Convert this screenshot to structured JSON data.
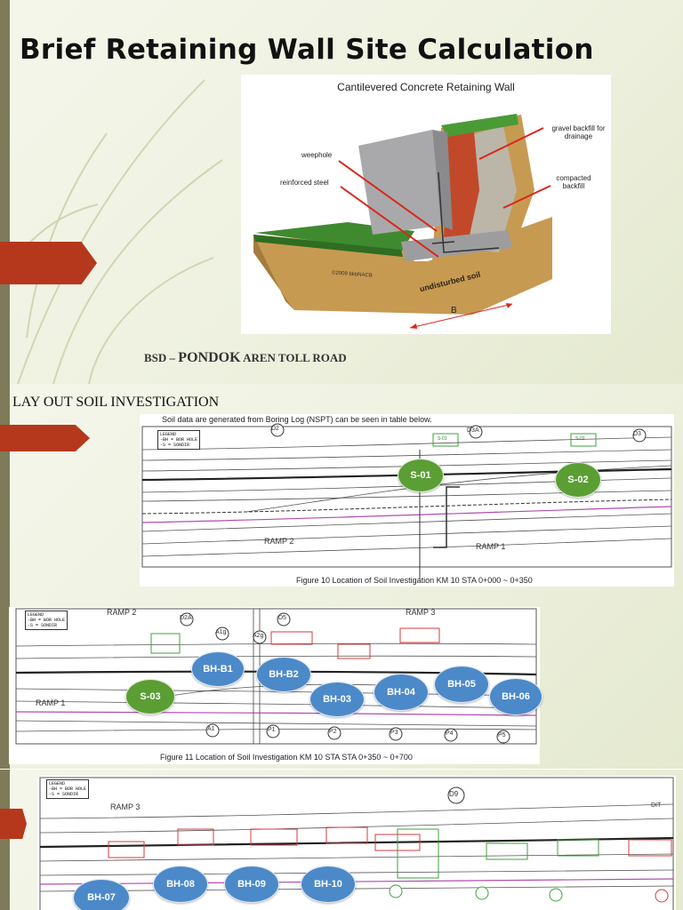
{
  "slide1": {
    "title": "Brief Retaining Wall Site Calculation",
    "figure": {
      "heading": "Cantilevered Concrete Retaining Wall",
      "labels": {
        "gravel": "gravel backfill for drainage",
        "weephole": "weephole",
        "steel": "reinforced steel",
        "compacted": "compacted backfill",
        "soil": "undisturbed soil",
        "copyright": "©2009 bkbNACB",
        "b": "B"
      }
    },
    "subtitle_prefix": "BSD –",
    "subtitle_big": "PONDOK",
    "subtitle_suffix": "AREN TOLL ROAD"
  },
  "slide2": {
    "title": "LAY OUT SOIL INVESTIGATION",
    "note": "Soil data are generated from Boring Log (NSPT) can be seen in table below.",
    "fig10": {
      "caption": "Figure 10 Location of Soil Investigation KM 10 STA 0+000 ~ 0+350",
      "legend": [
        "LEGEND",
        "-BH = BOR HOLE",
        "-S = SONDIR"
      ],
      "markers": [
        "S-01",
        "S-02"
      ],
      "ramps": [
        "RAMP 2",
        "RAMP 1"
      ],
      "refs": [
        "D2",
        "D3A",
        "D3",
        "S-01",
        "S-02"
      ]
    },
    "fig11": {
      "caption": "Figure 11 Location of Soil Investigation KM 10 STA STA 0+350 ~ 0+700",
      "legend": [
        "LEGEND",
        "-BH = BOR HOLE",
        "-S = SONDIR"
      ],
      "markers_s": [
        "S-03"
      ],
      "markers_bh": [
        "BH-B1",
        "BH-B2",
        "BH-03",
        "BH-04",
        "BH-05",
        "BH-06"
      ],
      "ramps": [
        "RAMP 2",
        "RAMP 3",
        "RAMP 1"
      ],
      "refs": [
        "D2A",
        "A1g",
        "A2g",
        "D5",
        "A1",
        "P1",
        "P2",
        "P3",
        "P4",
        "P5"
      ]
    }
  },
  "slide3": {
    "legend": [
      "LEGEND",
      "-BH = BOR HOLE",
      "-S = SONDIR"
    ],
    "ramp": "RAMP 3",
    "refs": [
      "D9",
      "DIT"
    ],
    "markers_bh": [
      "BH-07",
      "BH-08",
      "BH-09",
      "BH-10"
    ]
  },
  "colors": {
    "accent_arrow": "#b5381c",
    "sondir_marker": "#5a9e34",
    "borehole_marker": "#4c89c9",
    "left_bar": "#7e7b5a"
  }
}
